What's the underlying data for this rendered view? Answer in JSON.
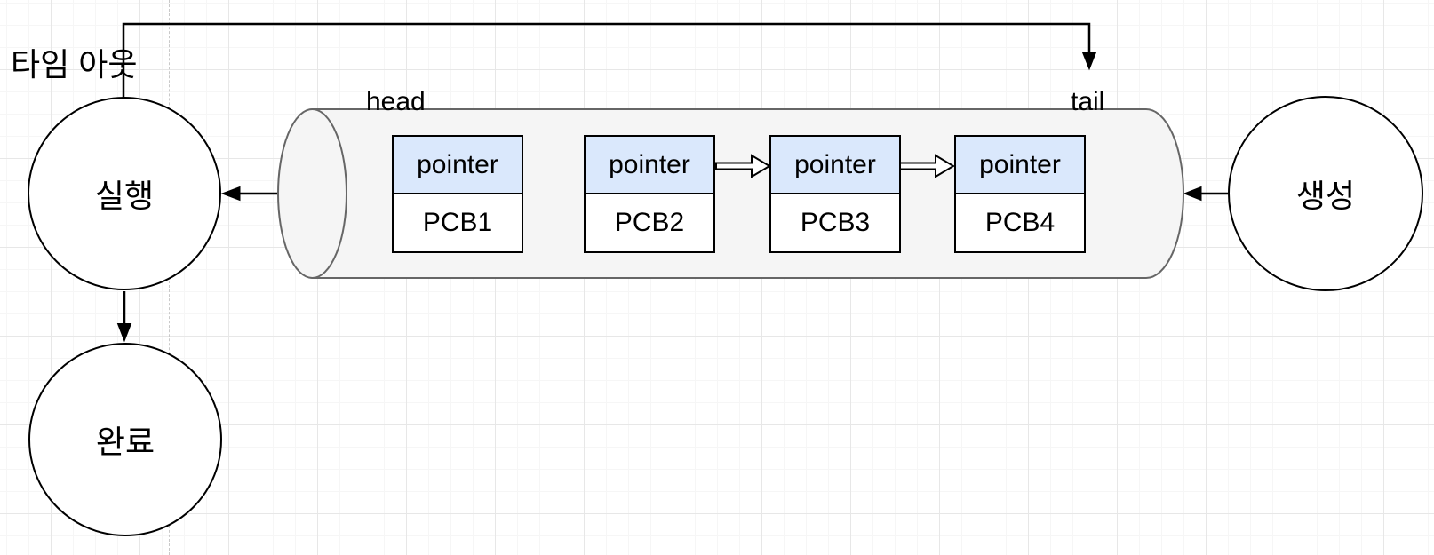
{
  "diagram": {
    "timeout_label": "타임 아웃",
    "states": {
      "running": "실행",
      "done": "완료",
      "created": "생성"
    },
    "queue": {
      "head_label": "head",
      "tail_label": "tail",
      "nodes": [
        {
          "pointer": "pointer",
          "pcb": "PCB1"
        },
        {
          "pointer": "pointer",
          "pcb": "PCB2"
        },
        {
          "pointer": "pointer",
          "pcb": "PCB3"
        },
        {
          "pointer": "pointer",
          "pcb": "PCB4"
        }
      ]
    }
  },
  "colors": {
    "pointer_fill": "#dae8fc",
    "node_fill": "#ffffff",
    "cylinder_fill": "#f5f5f5",
    "cylinder_stroke": "#666666",
    "stroke": "#000000",
    "grid_minor": "#f6f6f6",
    "grid_major": "#e7e7e7",
    "guide": "#c9c9c9"
  }
}
